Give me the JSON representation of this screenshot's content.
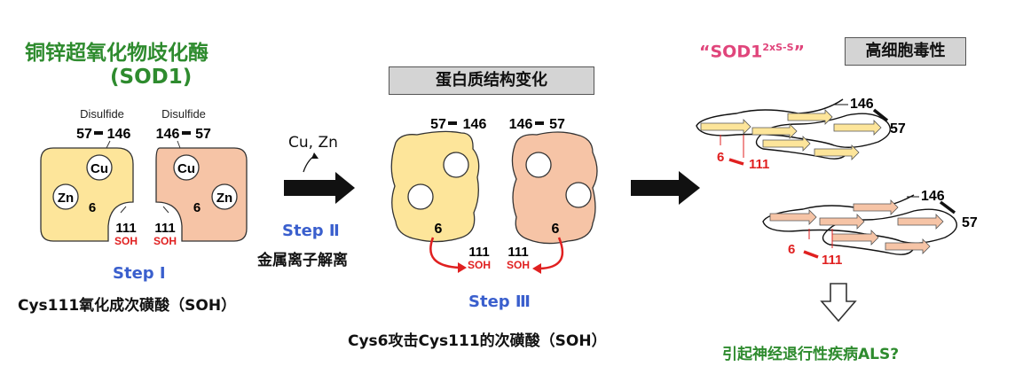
{
  "title": {
    "name_cn": "铜锌超氧化物歧化酶",
    "abbr": "(SOD1)"
  },
  "panel1": {
    "disulfide_left": "Disulfide",
    "disulfide_right": "Disulfide",
    "left_top_a": "57",
    "left_top_b": "146",
    "right_top_a": "146",
    "right_top_b": "57",
    "cu": "Cu",
    "zn": "Zn",
    "six": "6",
    "res111": "111",
    "soh": "SOH",
    "step": "Step Ⅰ",
    "caption": "Cys111氧化成次磺酸（SOH）"
  },
  "step2": {
    "metals": "Cu, Zn",
    "step": "Step Ⅱ",
    "caption": "金属离子解离"
  },
  "panel3": {
    "box": "蛋白质结构变化",
    "left_top_a": "57",
    "left_top_b": "146",
    "right_top_a": "146",
    "right_top_b": "57",
    "six": "6",
    "res111": "111",
    "soh": "SOH",
    "step": "Step Ⅲ",
    "caption": "Cys6攻击Cys111的次磺酸（SOH）"
  },
  "panel4": {
    "label": "“SOD1",
    "superscript": "2xS-S",
    "label_end": "”",
    "box": "高细胞毒性",
    "res146": "146",
    "res57": "57",
    "res6": "6",
    "res111": "111",
    "conclusion": "引起神经退行性疾病ALS?"
  },
  "colors": {
    "yellow_fill": "#fde59a",
    "salmon_fill": "#f6c4a6",
    "red": "#e02020",
    "green": "#2e8b2e",
    "blue": "#3a5fcd",
    "pink": "#e0457b"
  }
}
